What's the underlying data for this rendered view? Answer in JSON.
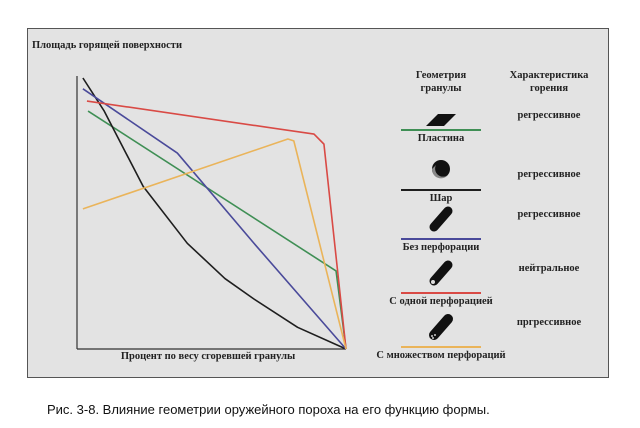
{
  "chart_data": {
    "type": "line",
    "ylabel": "Площадь горящей поверхности",
    "xlabel": "Процент по весу сгоревшей гранулы",
    "xlim": [
      0,
      100
    ],
    "ylim": [
      0,
      100
    ],
    "grid": false,
    "legend_headers": {
      "geometry": "Геометрия гранулы",
      "burning": "Характеристика горения"
    },
    "series": [
      {
        "name": "Пластина",
        "burning": "регрессивное",
        "color": "#3f8f55",
        "icon": "plate-icon",
        "points": [
          [
            4.1,
            87.8
          ],
          [
            96.3,
            28.8
          ],
          [
            100,
            0
          ]
        ]
      },
      {
        "name": "Шар",
        "burning": "регрессивное",
        "color": "#1e1e1e",
        "icon": "sphere-icon",
        "points": [
          [
            2.2,
            100
          ],
          [
            10,
            88
          ],
          [
            24.6,
            60
          ],
          [
            41,
            39
          ],
          [
            55,
            26
          ],
          [
            65.7,
            18.5
          ],
          [
            82,
            8
          ],
          [
            100,
            0
          ]
        ]
      },
      {
        "name": "Без перфорации",
        "burning": "регрессивное",
        "color": "#4a4a9a",
        "icon": "cylinder-icon",
        "points": [
          [
            2.2,
            96
          ],
          [
            37.3,
            72.3
          ],
          [
            65.7,
            39.1
          ],
          [
            100,
            0
          ]
        ]
      },
      {
        "name": "С одной перфорацией",
        "burning": "нейтральное",
        "color": "#d94a45",
        "icon": "single-perforation-cylinder-icon",
        "points": [
          [
            3.7,
            91.5
          ],
          [
            88.1,
            79.3
          ],
          [
            91.8,
            75.6
          ],
          [
            100,
            0
          ]
        ]
      },
      {
        "name": "С множеством перфораций",
        "burning": "пргрессивное",
        "color": "#eab45a",
        "icon": "multi-perforation-cylinder-icon",
        "points": [
          [
            2.2,
            51.7
          ],
          [
            78.4,
            77.5
          ],
          [
            80.6,
            76.8
          ],
          [
            100,
            0
          ]
        ]
      }
    ]
  },
  "caption": "Рис. 3-8. Влияние геометрии оружейного пороха на его функцию формы."
}
